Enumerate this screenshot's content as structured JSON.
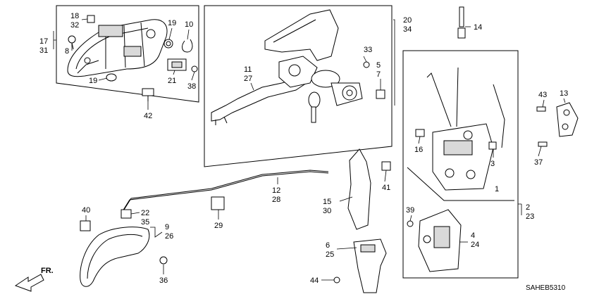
{
  "diagram": {
    "code": "SAHEB5310",
    "direction_label": "FR.",
    "callouts": [
      {
        "id": "c1",
        "lines": [
          "18",
          "32"
        ]
      },
      {
        "id": "c2",
        "lines": [
          "17",
          "31"
        ]
      },
      {
        "id": "c3",
        "lines": [
          "8"
        ]
      },
      {
        "id": "c4",
        "lines": [
          "19"
        ]
      },
      {
        "id": "c5",
        "lines": [
          "10"
        ]
      },
      {
        "id": "c6",
        "lines": [
          "19"
        ]
      },
      {
        "id": "c7",
        "lines": [
          "21"
        ]
      },
      {
        "id": "c8",
        "lines": [
          "38"
        ]
      },
      {
        "id": "c9",
        "lines": [
          "42"
        ]
      },
      {
        "id": "c10",
        "lines": [
          "20",
          "34"
        ]
      },
      {
        "id": "c11",
        "lines": [
          "14"
        ]
      },
      {
        "id": "c12",
        "lines": [
          "33"
        ]
      },
      {
        "id": "c13",
        "lines": [
          "5",
          "7"
        ]
      },
      {
        "id": "c14",
        "lines": [
          "11",
          "27"
        ]
      },
      {
        "id": "c15",
        "lines": [
          "43"
        ]
      },
      {
        "id": "c16",
        "lines": [
          "13"
        ]
      },
      {
        "id": "c17",
        "lines": [
          "16"
        ]
      },
      {
        "id": "c18",
        "lines": [
          "3"
        ]
      },
      {
        "id": "c19",
        "lines": [
          "37"
        ]
      },
      {
        "id": "c20",
        "lines": [
          "41"
        ]
      },
      {
        "id": "c21",
        "lines": [
          "12",
          "28"
        ]
      },
      {
        "id": "c22",
        "lines": [
          "1"
        ]
      },
      {
        "id": "c23",
        "lines": [
          "2",
          "23"
        ]
      },
      {
        "id": "c24",
        "lines": [
          "15",
          "30"
        ]
      },
      {
        "id": "c25",
        "lines": [
          "40"
        ]
      },
      {
        "id": "c26",
        "lines": [
          "22",
          "35"
        ]
      },
      {
        "id": "c27",
        "lines": [
          "9",
          "26"
        ]
      },
      {
        "id": "c28",
        "lines": [
          "29"
        ]
      },
      {
        "id": "c29",
        "lines": [
          "39"
        ]
      },
      {
        "id": "c30",
        "lines": [
          "4",
          "24"
        ]
      },
      {
        "id": "c31",
        "lines": [
          "6",
          "25"
        ]
      },
      {
        "id": "c32",
        "lines": [
          "36"
        ]
      },
      {
        "id": "c33",
        "lines": [
          "44"
        ]
      }
    ]
  }
}
